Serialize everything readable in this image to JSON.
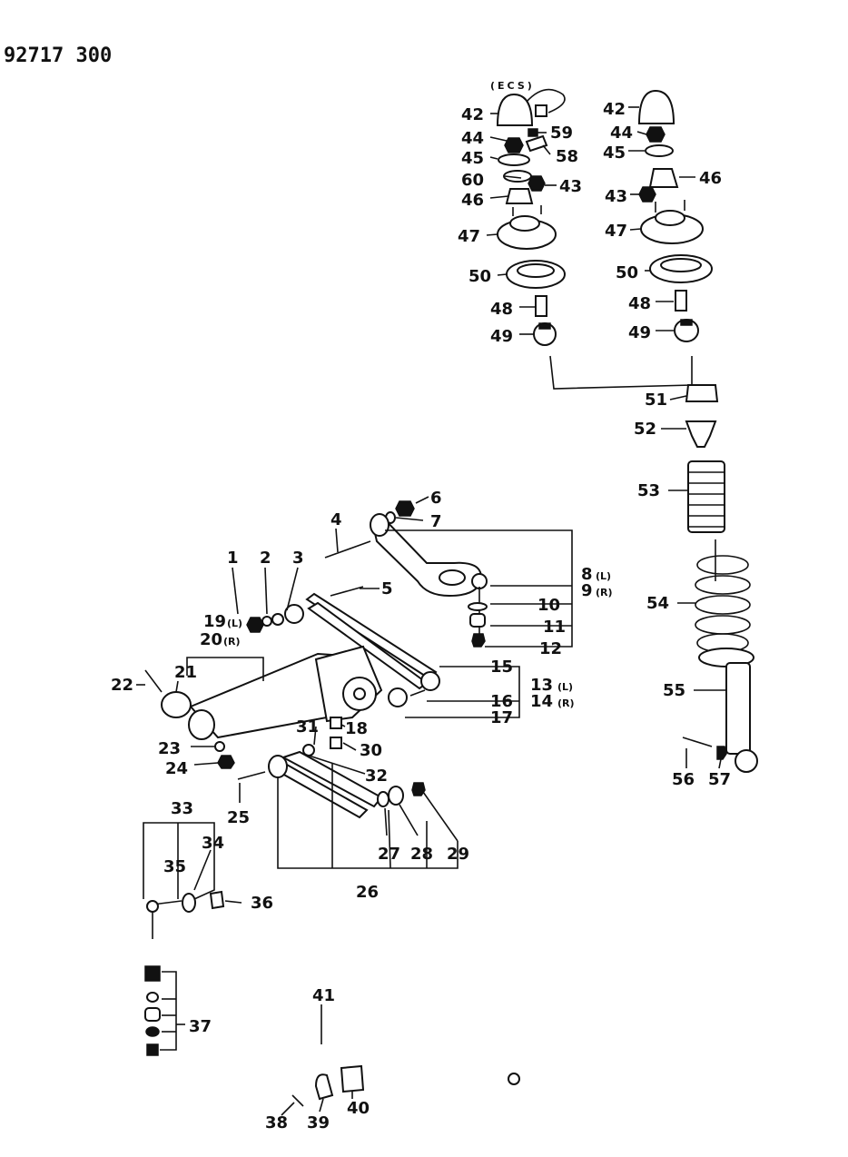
{
  "document_id": "92717 300",
  "ecs_label": "(ECS)",
  "callouts": [
    {
      "id": "c1",
      "text": "1"
    },
    {
      "id": "c2",
      "text": "2"
    },
    {
      "id": "c3",
      "text": "3"
    },
    {
      "id": "c4",
      "text": "4"
    },
    {
      "id": "c5",
      "text": "5"
    },
    {
      "id": "c6",
      "text": "6"
    },
    {
      "id": "c7",
      "text": "7"
    },
    {
      "id": "c8",
      "text": "8"
    },
    {
      "id": "c8s",
      "text": "(L)"
    },
    {
      "id": "c9",
      "text": "9"
    },
    {
      "id": "c9s",
      "text": "(R)"
    },
    {
      "id": "c10",
      "text": "10"
    },
    {
      "id": "c11",
      "text": "11"
    },
    {
      "id": "c12",
      "text": "12"
    },
    {
      "id": "c13",
      "text": "13"
    },
    {
      "id": "c13s",
      "text": "(L)"
    },
    {
      "id": "c14",
      "text": "14"
    },
    {
      "id": "c14s",
      "text": "(R)"
    },
    {
      "id": "c15",
      "text": "15"
    },
    {
      "id": "c16",
      "text": "16"
    },
    {
      "id": "c17",
      "text": "17"
    },
    {
      "id": "c18",
      "text": "18"
    },
    {
      "id": "c19",
      "text": "19"
    },
    {
      "id": "c19s",
      "text": "(L)"
    },
    {
      "id": "c20",
      "text": "20"
    },
    {
      "id": "c20s",
      "text": "(R)"
    },
    {
      "id": "c21",
      "text": "21"
    },
    {
      "id": "c22",
      "text": "22"
    },
    {
      "id": "c23",
      "text": "23"
    },
    {
      "id": "c24",
      "text": "24"
    },
    {
      "id": "c25",
      "text": "25"
    },
    {
      "id": "c26",
      "text": "26"
    },
    {
      "id": "c27",
      "text": "27"
    },
    {
      "id": "c28",
      "text": "28"
    },
    {
      "id": "c29",
      "text": "29"
    },
    {
      "id": "c30",
      "text": "30"
    },
    {
      "id": "c31",
      "text": "31"
    },
    {
      "id": "c32",
      "text": "32"
    },
    {
      "id": "c33",
      "text": "33"
    },
    {
      "id": "c34",
      "text": "34"
    },
    {
      "id": "c35",
      "text": "35"
    },
    {
      "id": "c36",
      "text": "36"
    },
    {
      "id": "c37",
      "text": "37"
    },
    {
      "id": "c38",
      "text": "38"
    },
    {
      "id": "c39",
      "text": "39"
    },
    {
      "id": "c40",
      "text": "40"
    },
    {
      "id": "c41",
      "text": "41"
    },
    {
      "id": "c42a",
      "text": "42"
    },
    {
      "id": "c42b",
      "text": "42"
    },
    {
      "id": "c43a",
      "text": "43"
    },
    {
      "id": "c43b",
      "text": "43"
    },
    {
      "id": "c44a",
      "text": "44"
    },
    {
      "id": "c44b",
      "text": "44"
    },
    {
      "id": "c45a",
      "text": "45"
    },
    {
      "id": "c45b",
      "text": "45"
    },
    {
      "id": "c46a",
      "text": "46"
    },
    {
      "id": "c46b",
      "text": "46"
    },
    {
      "id": "c47a",
      "text": "47"
    },
    {
      "id": "c47b",
      "text": "47"
    },
    {
      "id": "c48a",
      "text": "48"
    },
    {
      "id": "c48b",
      "text": "48"
    },
    {
      "id": "c49a",
      "text": "49"
    },
    {
      "id": "c49b",
      "text": "49"
    },
    {
      "id": "c50a",
      "text": "50"
    },
    {
      "id": "c50b",
      "text": "50"
    },
    {
      "id": "c51",
      "text": "51"
    },
    {
      "id": "c52",
      "text": "52"
    },
    {
      "id": "c53",
      "text": "53"
    },
    {
      "id": "c54",
      "text": "54"
    },
    {
      "id": "c55",
      "text": "55"
    },
    {
      "id": "c56",
      "text": "56"
    },
    {
      "id": "c57",
      "text": "57"
    },
    {
      "id": "c58",
      "text": "58"
    },
    {
      "id": "c59",
      "text": "59"
    },
    {
      "id": "c60",
      "text": "60"
    }
  ]
}
